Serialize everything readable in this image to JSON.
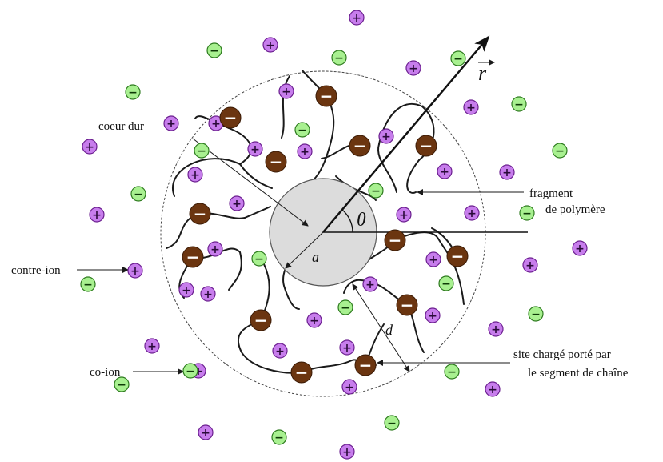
{
  "labels": {
    "hard_core": "coeur dur",
    "polymer_fragment_1": "fragment",
    "polymer_fragment_2": "de polymère",
    "counter_ion": "contre-ion",
    "co_ion": "co-ion",
    "charged_site_1": "site chargé porté par",
    "charged_site_2": "le segment de chaîne"
  },
  "symbols": {
    "radius_vector": "r",
    "angle": "θ",
    "core_radius": "a",
    "shell_distance": "d"
  },
  "ion_signs": {
    "positive": "+",
    "negative": "−"
  },
  "colors": {
    "counter_ion_fill": "#c77dec",
    "counter_ion_stroke": "#6b1f8f",
    "co_ion_fill": "#a8f090",
    "co_ion_stroke": "#2d7a1e",
    "charged_site_fill": "#6b3510",
    "charged_site_stroke": "#3a1a05",
    "core_fill": "#dcdcdc",
    "core_stroke": "#555555"
  }
}
